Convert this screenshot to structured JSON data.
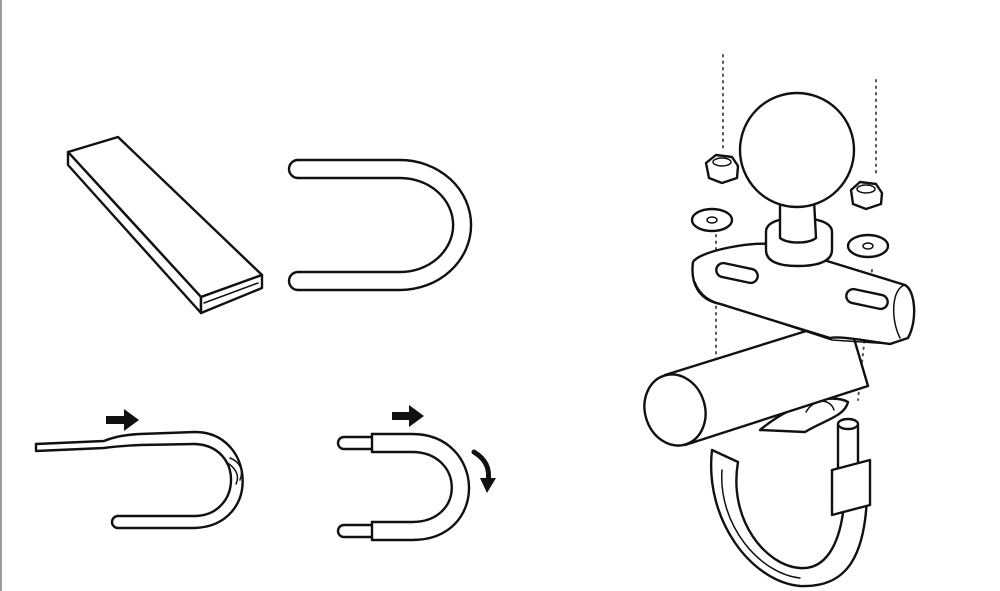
{
  "diagram": {
    "panels": [
      {
        "id": "flat-strip",
        "icon": "flat-bar-stock-icon"
      },
      {
        "id": "u-bolt",
        "icon": "u-bolt-icon"
      },
      {
        "id": "tapered-u-bolt",
        "icon": "tapered-u-bolt-icon",
        "arrow": "right-arrow-icon"
      },
      {
        "id": "threaded-u-bolt",
        "icon": "threaded-u-bolt-icon",
        "arrows": [
          "right-arrow-icon",
          "curved-down-arrow-icon"
        ]
      },
      {
        "id": "mount-assembly",
        "icon": "ball-mount-assembly-icon"
      }
    ],
    "colors": {
      "line": "#111111",
      "background": "#ffffff",
      "edge": "#9a9a9a"
    }
  }
}
